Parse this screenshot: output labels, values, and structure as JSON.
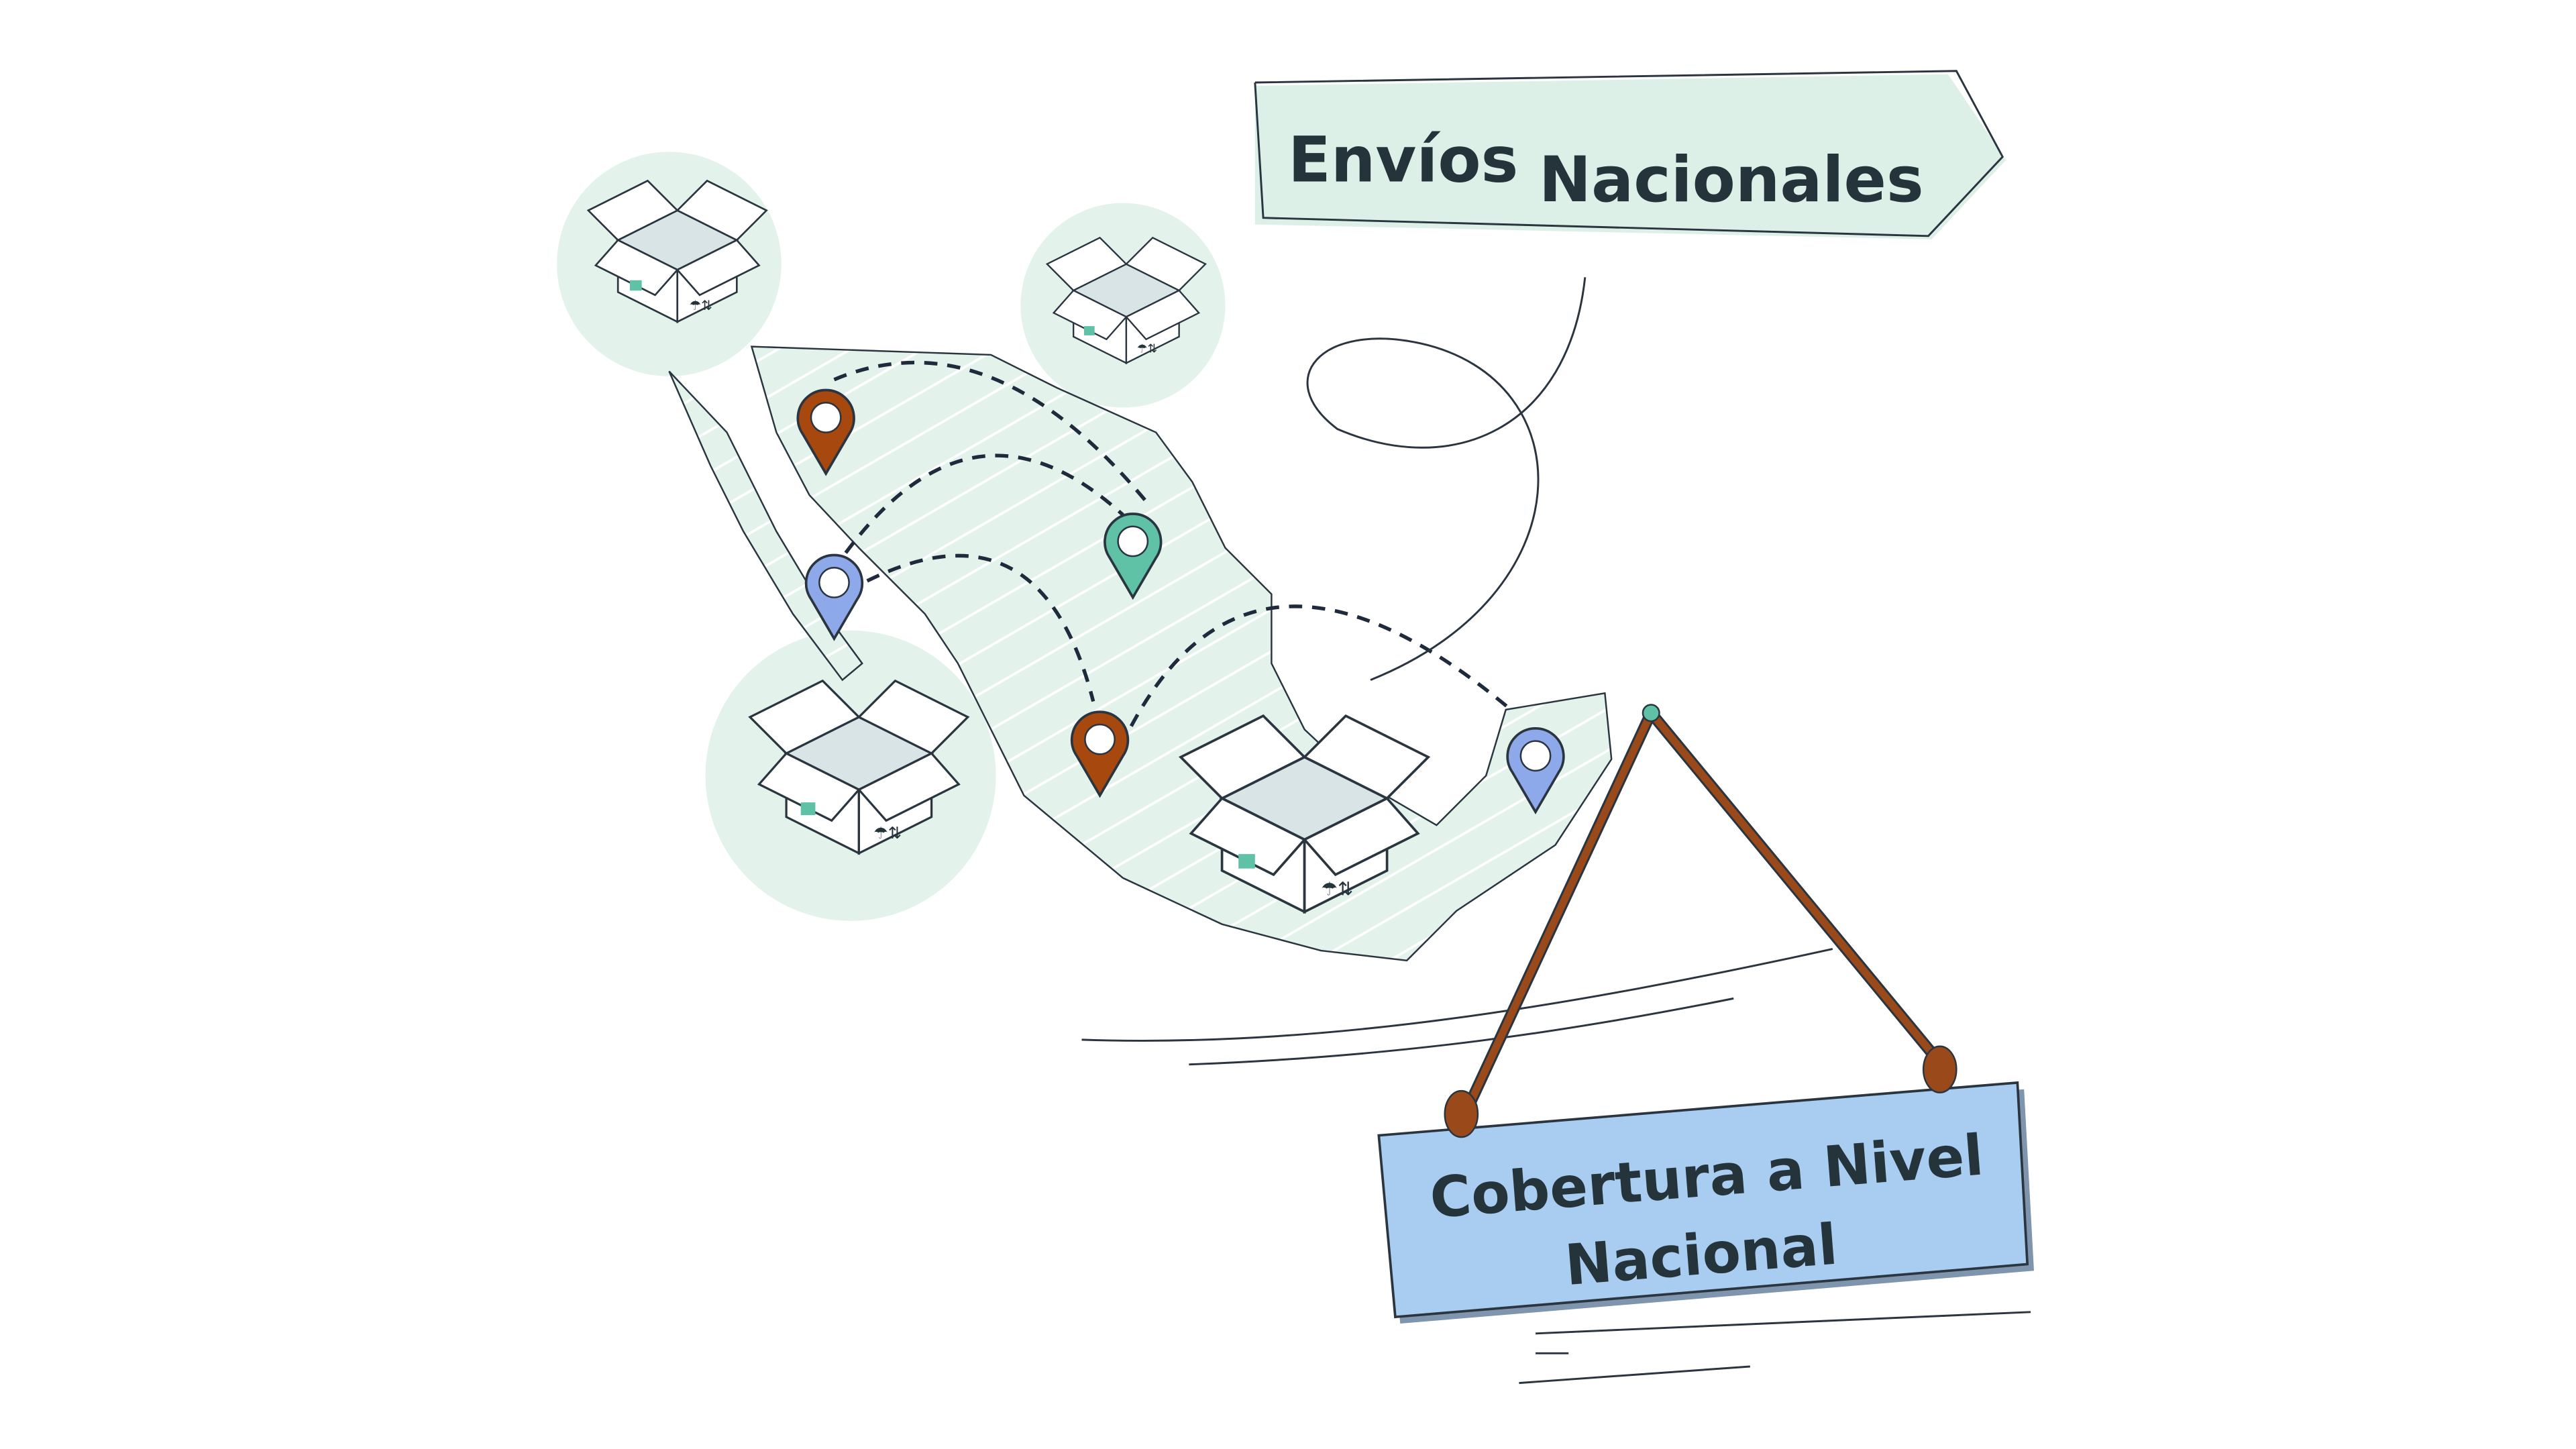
{
  "banner": {
    "word1": "Envíos",
    "word2": "Nacionales"
  },
  "sign": {
    "line1": "Cobertura a Nivel",
    "line2": "Nacional"
  },
  "colors": {
    "map_fill": "#dff1ea",
    "pin_brown": "#a7480f",
    "pin_teal": "#5fc1a6",
    "pin_blue": "#8ea9ea",
    "sign_fill": "#a9ccf1",
    "rope": "#9a4a1a",
    "ink": "#25343a"
  },
  "icons": [
    "map-pin-icon",
    "open-box-icon"
  ]
}
